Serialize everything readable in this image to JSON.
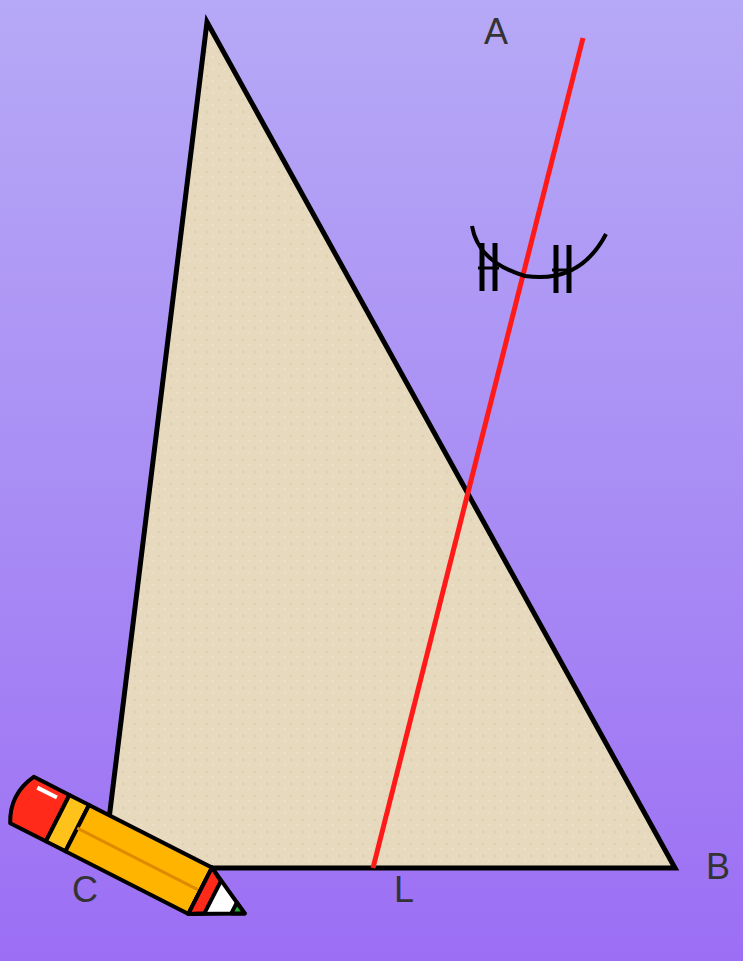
{
  "diagram": {
    "labels": [
      "A",
      "C",
      "L",
      "B"
    ]
  }
}
